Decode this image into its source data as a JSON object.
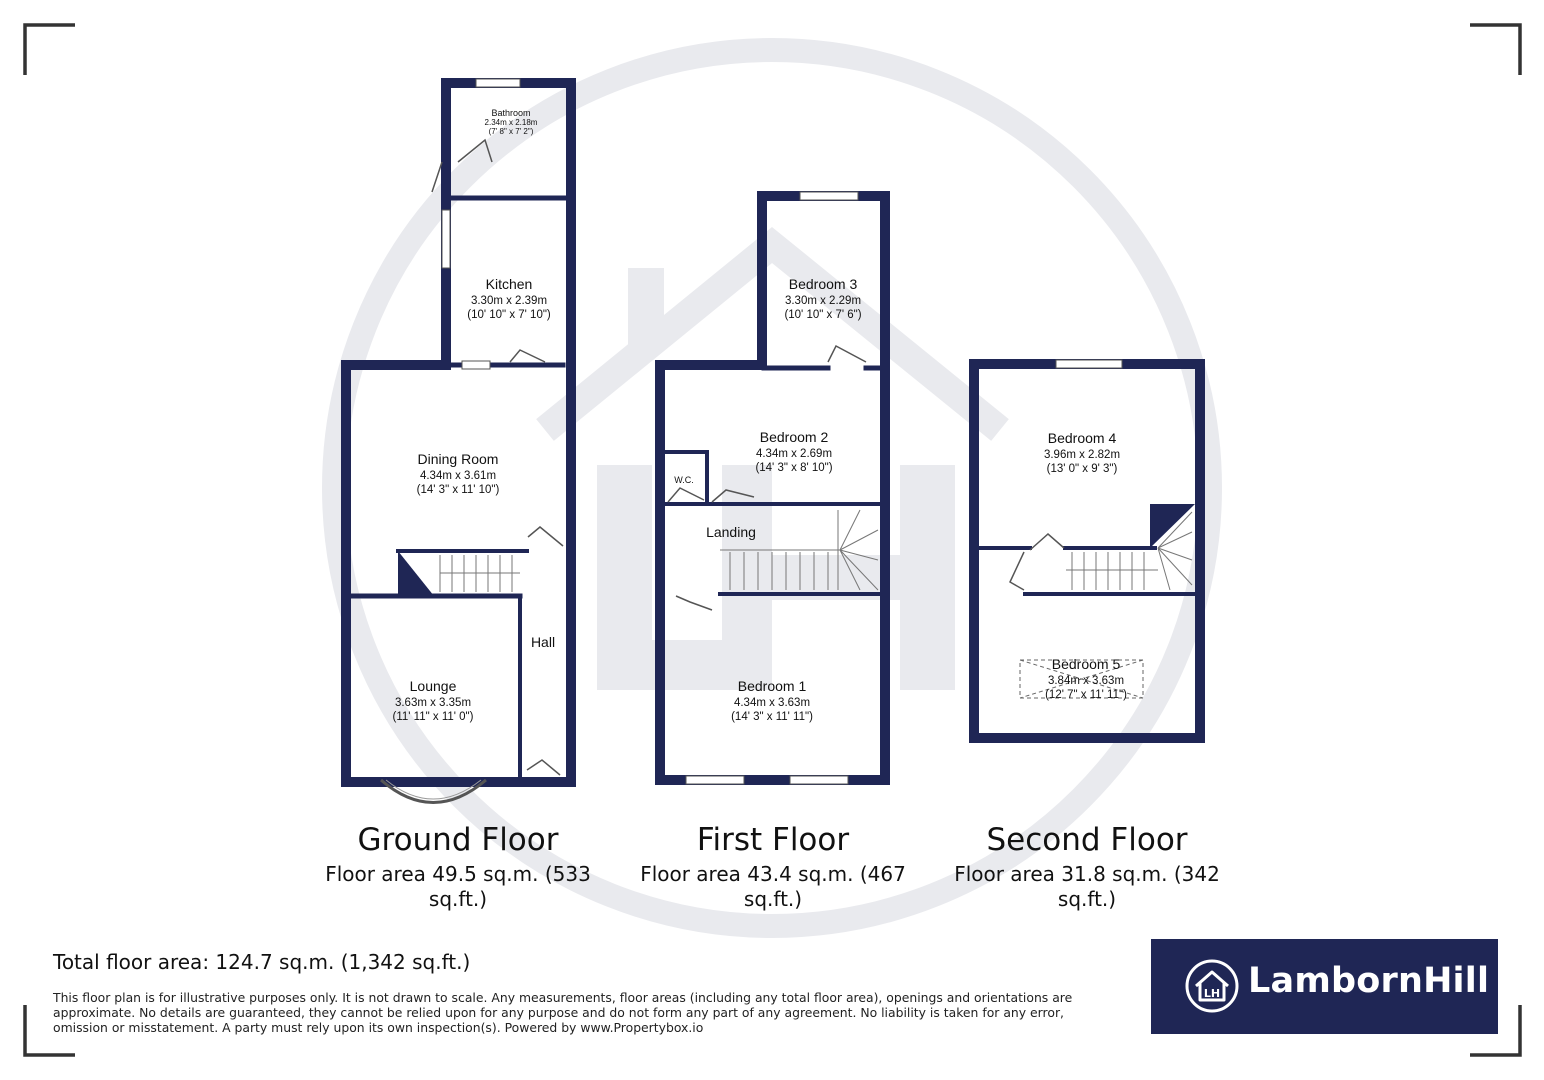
{
  "floors": [
    {
      "name": "Ground Floor",
      "area": "Floor area 49.5 sq.m. (533 sq.ft.)",
      "rooms": [
        {
          "name": "Bathroom",
          "size": "2.34m x 2.18m",
          "imperial": "(7' 8\" x 7' 2\")"
        },
        {
          "name": "Kitchen",
          "size": "3.30m x 2.39m",
          "imperial": "(10' 10\" x 7' 10\")"
        },
        {
          "name": "Dining Room",
          "size": "4.34m x 3.61m",
          "imperial": "(14' 3\" x 11' 10\")"
        },
        {
          "name": "Lounge",
          "size": "3.63m x 3.35m",
          "imperial": "(11' 11\" x 11' 0\")"
        },
        {
          "name": "Hall"
        }
      ]
    },
    {
      "name": "First Floor",
      "area": "Floor area 43.4 sq.m. (467 sq.ft.)",
      "rooms": [
        {
          "name": "Bedroom 3",
          "size": "3.30m x 2.29m",
          "imperial": "(10' 10\" x 7' 6\")"
        },
        {
          "name": "Bedroom 2",
          "size": "4.34m x 2.69m",
          "imperial": "(14' 3\" x 8' 10\")"
        },
        {
          "name": "W.C."
        },
        {
          "name": "Landing"
        },
        {
          "name": "Bedroom 1",
          "size": "4.34m x 3.63m",
          "imperial": "(14' 3\" x 11' 11\")"
        }
      ]
    },
    {
      "name": "Second Floor",
      "area": "Floor area 31.8 sq.m. (342 sq.ft.)",
      "rooms": [
        {
          "name": "Bedroom 4",
          "size": "3.96m x 2.82m",
          "imperial": "(13' 0\" x 9' 3\")"
        },
        {
          "name": "Bedroom 5",
          "size": "3.84m x 3.63m",
          "imperial": "(12' 7\" x 11' 11\")"
        }
      ]
    }
  ],
  "total_area": "Total floor area: 124.7 sq.m. (1,342 sq.ft.)",
  "disclaimer": "This floor plan is for illustrative purposes only. It is not drawn to scale. Any measurements, floor areas (including any total floor area), openings and orientations are approximate. No details are guaranteed, they cannot be relied upon for any purpose and do not form any part of any agreement. No liability is taken for any error, omission or misstatement. A party must rely upon its own inspection(s). Powered by www.Propertybox.io",
  "logo": {
    "text": "LambornHill",
    "monogram": "LH",
    "icon": "house-icon"
  },
  "watermark": {
    "monogram": "LH",
    "icon": "house-icon"
  },
  "colors": {
    "wall": "#1f2655",
    "logo_bg": "#1f2655",
    "watermark": "#e9eaee",
    "corner_marks": "#333333"
  }
}
